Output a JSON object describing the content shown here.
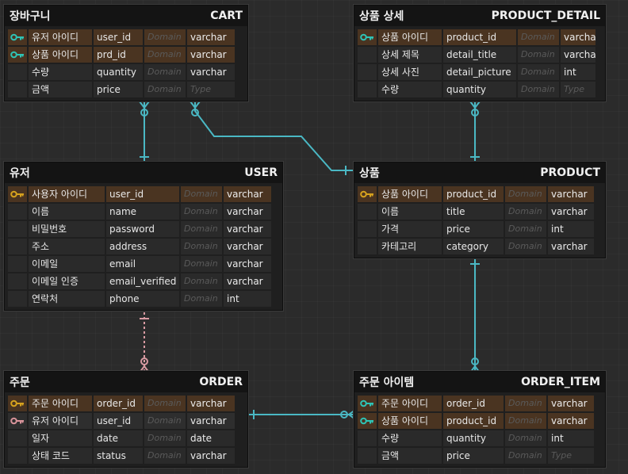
{
  "domain_placeholder": "Domain",
  "type_placeholder": "Type",
  "colors": {
    "pk_key": "#d6a21e",
    "pk_fk_key": "#2ec4b6",
    "fk_key": "#d9949b",
    "line_teal": "#4ab8c4",
    "line_pink": "#d99aa2"
  },
  "tables": {
    "cart": {
      "name": "장바구니",
      "name_en": "CART",
      "rows": [
        {
          "key": "pkfk",
          "label": "유저 아이디",
          "field": "user_id",
          "type": "varchar"
        },
        {
          "key": "pkfk",
          "label": "상품 아이디",
          "field": "prd_id",
          "type": "varchar"
        },
        {
          "key": "",
          "label": "수량",
          "field": "quantity",
          "type": "varchar"
        },
        {
          "key": "",
          "label": "금액",
          "field": "price",
          "type": ""
        }
      ]
    },
    "product_detail": {
      "name": "상품 상세",
      "name_en": "PRODUCT_DETAIL",
      "rows": [
        {
          "key": "pkfk",
          "label": "상품 아이디",
          "field": "product_id",
          "type": "varchar"
        },
        {
          "key": "",
          "label": "상세 제목",
          "field": "detail_title",
          "type": "varchar"
        },
        {
          "key": "",
          "label": "상세 사진",
          "field": "detail_picture",
          "type": "int"
        },
        {
          "key": "",
          "label": "수량",
          "field": "quantity",
          "type": ""
        }
      ]
    },
    "user": {
      "name": "유저",
      "name_en": "USER",
      "rows": [
        {
          "key": "pk",
          "label": "사용자 아이디",
          "field": "user_id",
          "type": "varchar"
        },
        {
          "key": "",
          "label": "이름",
          "field": "name",
          "type": "varchar"
        },
        {
          "key": "",
          "label": "비밀번호",
          "field": "password",
          "type": "varchar"
        },
        {
          "key": "",
          "label": "주소",
          "field": "address",
          "type": "varchar"
        },
        {
          "key": "",
          "label": "이메일",
          "field": "email",
          "type": "varchar"
        },
        {
          "key": "",
          "label": "이메일 인증",
          "field": "email_verified",
          "type": "varchar"
        },
        {
          "key": "",
          "label": "연락처",
          "field": "phone",
          "type": "int"
        }
      ]
    },
    "product": {
      "name": "상품",
      "name_en": "PRODUCT",
      "rows": [
        {
          "key": "pk",
          "label": "상품 아이디",
          "field": "product_id",
          "type": "varchar"
        },
        {
          "key": "",
          "label": "이름",
          "field": "title",
          "type": "varchar"
        },
        {
          "key": "",
          "label": "가격",
          "field": "price",
          "type": "int"
        },
        {
          "key": "",
          "label": "카테고리",
          "field": "category",
          "type": "varchar"
        }
      ]
    },
    "order": {
      "name": "주문",
      "name_en": "ORDER",
      "rows": [
        {
          "key": "pk",
          "label": "주문 아이디",
          "field": "order_id",
          "type": "varchar"
        },
        {
          "key": "fk",
          "label": "유저 아이디",
          "field": "user_id",
          "type": "varchar"
        },
        {
          "key": "",
          "label": "일자",
          "field": "date",
          "type": "date"
        },
        {
          "key": "",
          "label": "상태 코드",
          "field": "status",
          "type": "varchar"
        }
      ]
    },
    "order_item": {
      "name": "주문 아이템",
      "name_en": "ORDER_ITEM",
      "rows": [
        {
          "key": "pkfk",
          "label": "주문 아이디",
          "field": "order_id",
          "type": "varchar"
        },
        {
          "key": "pkfk",
          "label": "상품 아이디",
          "field": "product_id",
          "type": "varchar"
        },
        {
          "key": "",
          "label": "수량",
          "field": "quantity",
          "type": "int"
        },
        {
          "key": "",
          "label": "금액",
          "field": "price",
          "type": ""
        }
      ]
    }
  }
}
